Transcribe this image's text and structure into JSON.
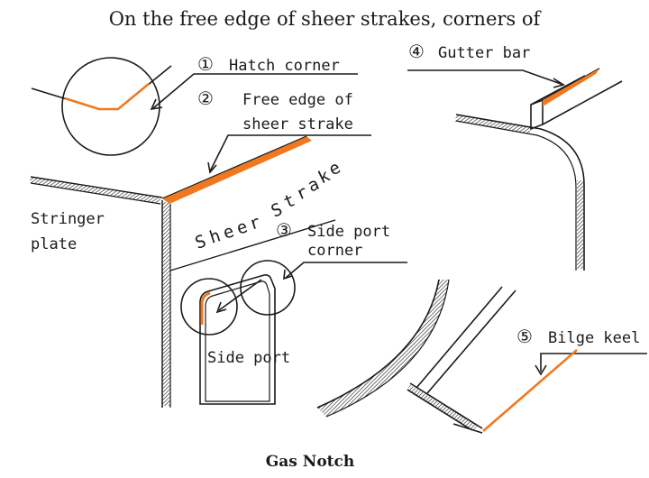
{
  "heading": "On the free edge of sheer strakes, corners of",
  "caption": "Gas Notch",
  "colors": {
    "line": "#1a1a1a",
    "highlight": "#f07820"
  },
  "labels": {
    "hatch_corner": {
      "marker": "①",
      "text": "Hatch corner"
    },
    "free_edge": {
      "marker": "②",
      "line1": "Free edge of",
      "line2": "sheer strake"
    },
    "side_port_corner": {
      "marker": "③",
      "line1": "Side port",
      "line2": "corner"
    },
    "gutter_bar": {
      "marker": "④",
      "text": "Gutter bar"
    },
    "bilge_keel": {
      "marker": "⑤",
      "text": "Bilge keel"
    },
    "stringer_plate": {
      "line1": "Stringer",
      "line2": "plate"
    },
    "side_port": "Side port",
    "sheer_strake_letters": [
      "S",
      "h",
      "e",
      "e",
      "r",
      " ",
      "S",
      "t",
      "r",
      "a",
      "k",
      "e"
    ]
  }
}
